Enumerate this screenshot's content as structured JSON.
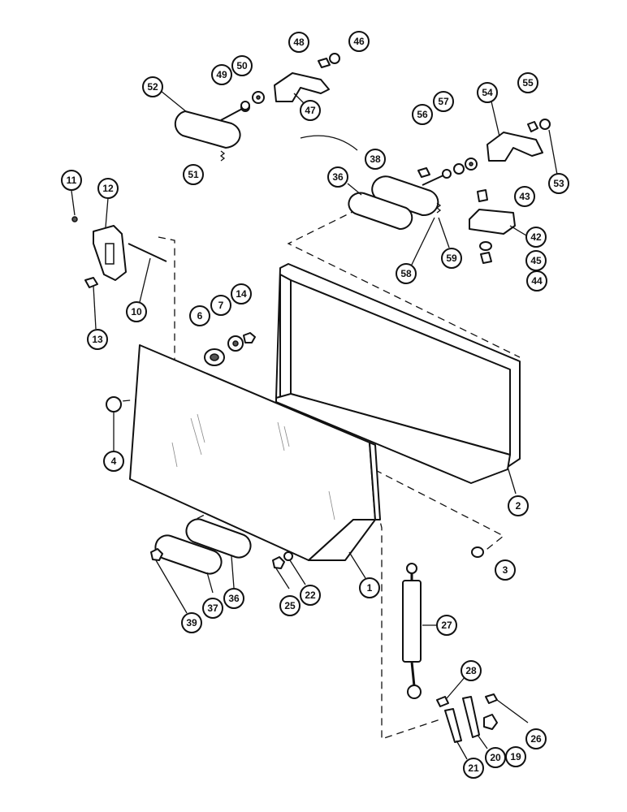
{
  "callouts": {
    "c1": "1",
    "c2": "2",
    "c3": "3",
    "c4": "4",
    "c6": "6",
    "c7": "7",
    "c10": "10",
    "c11": "11",
    "c12": "12",
    "c13": "13",
    "c14": "14",
    "c19": "19",
    "c20": "20",
    "c21": "21",
    "c22": "22",
    "c25": "25",
    "c26": "26",
    "c27": "27",
    "c28": "28",
    "c36a": "36",
    "c36b": "36",
    "c37": "37",
    "c38": "38",
    "c39": "39",
    "c42": "42",
    "c43": "43",
    "c44": "44",
    "c45": "45",
    "c46": "46",
    "c47": "47",
    "c48": "48",
    "c49": "49",
    "c50": "50",
    "c51": "51",
    "c52": "52",
    "c53": "53",
    "c54": "54",
    "c55": "55",
    "c56": "56",
    "c57": "57",
    "c58": "58",
    "c59": "59"
  }
}
